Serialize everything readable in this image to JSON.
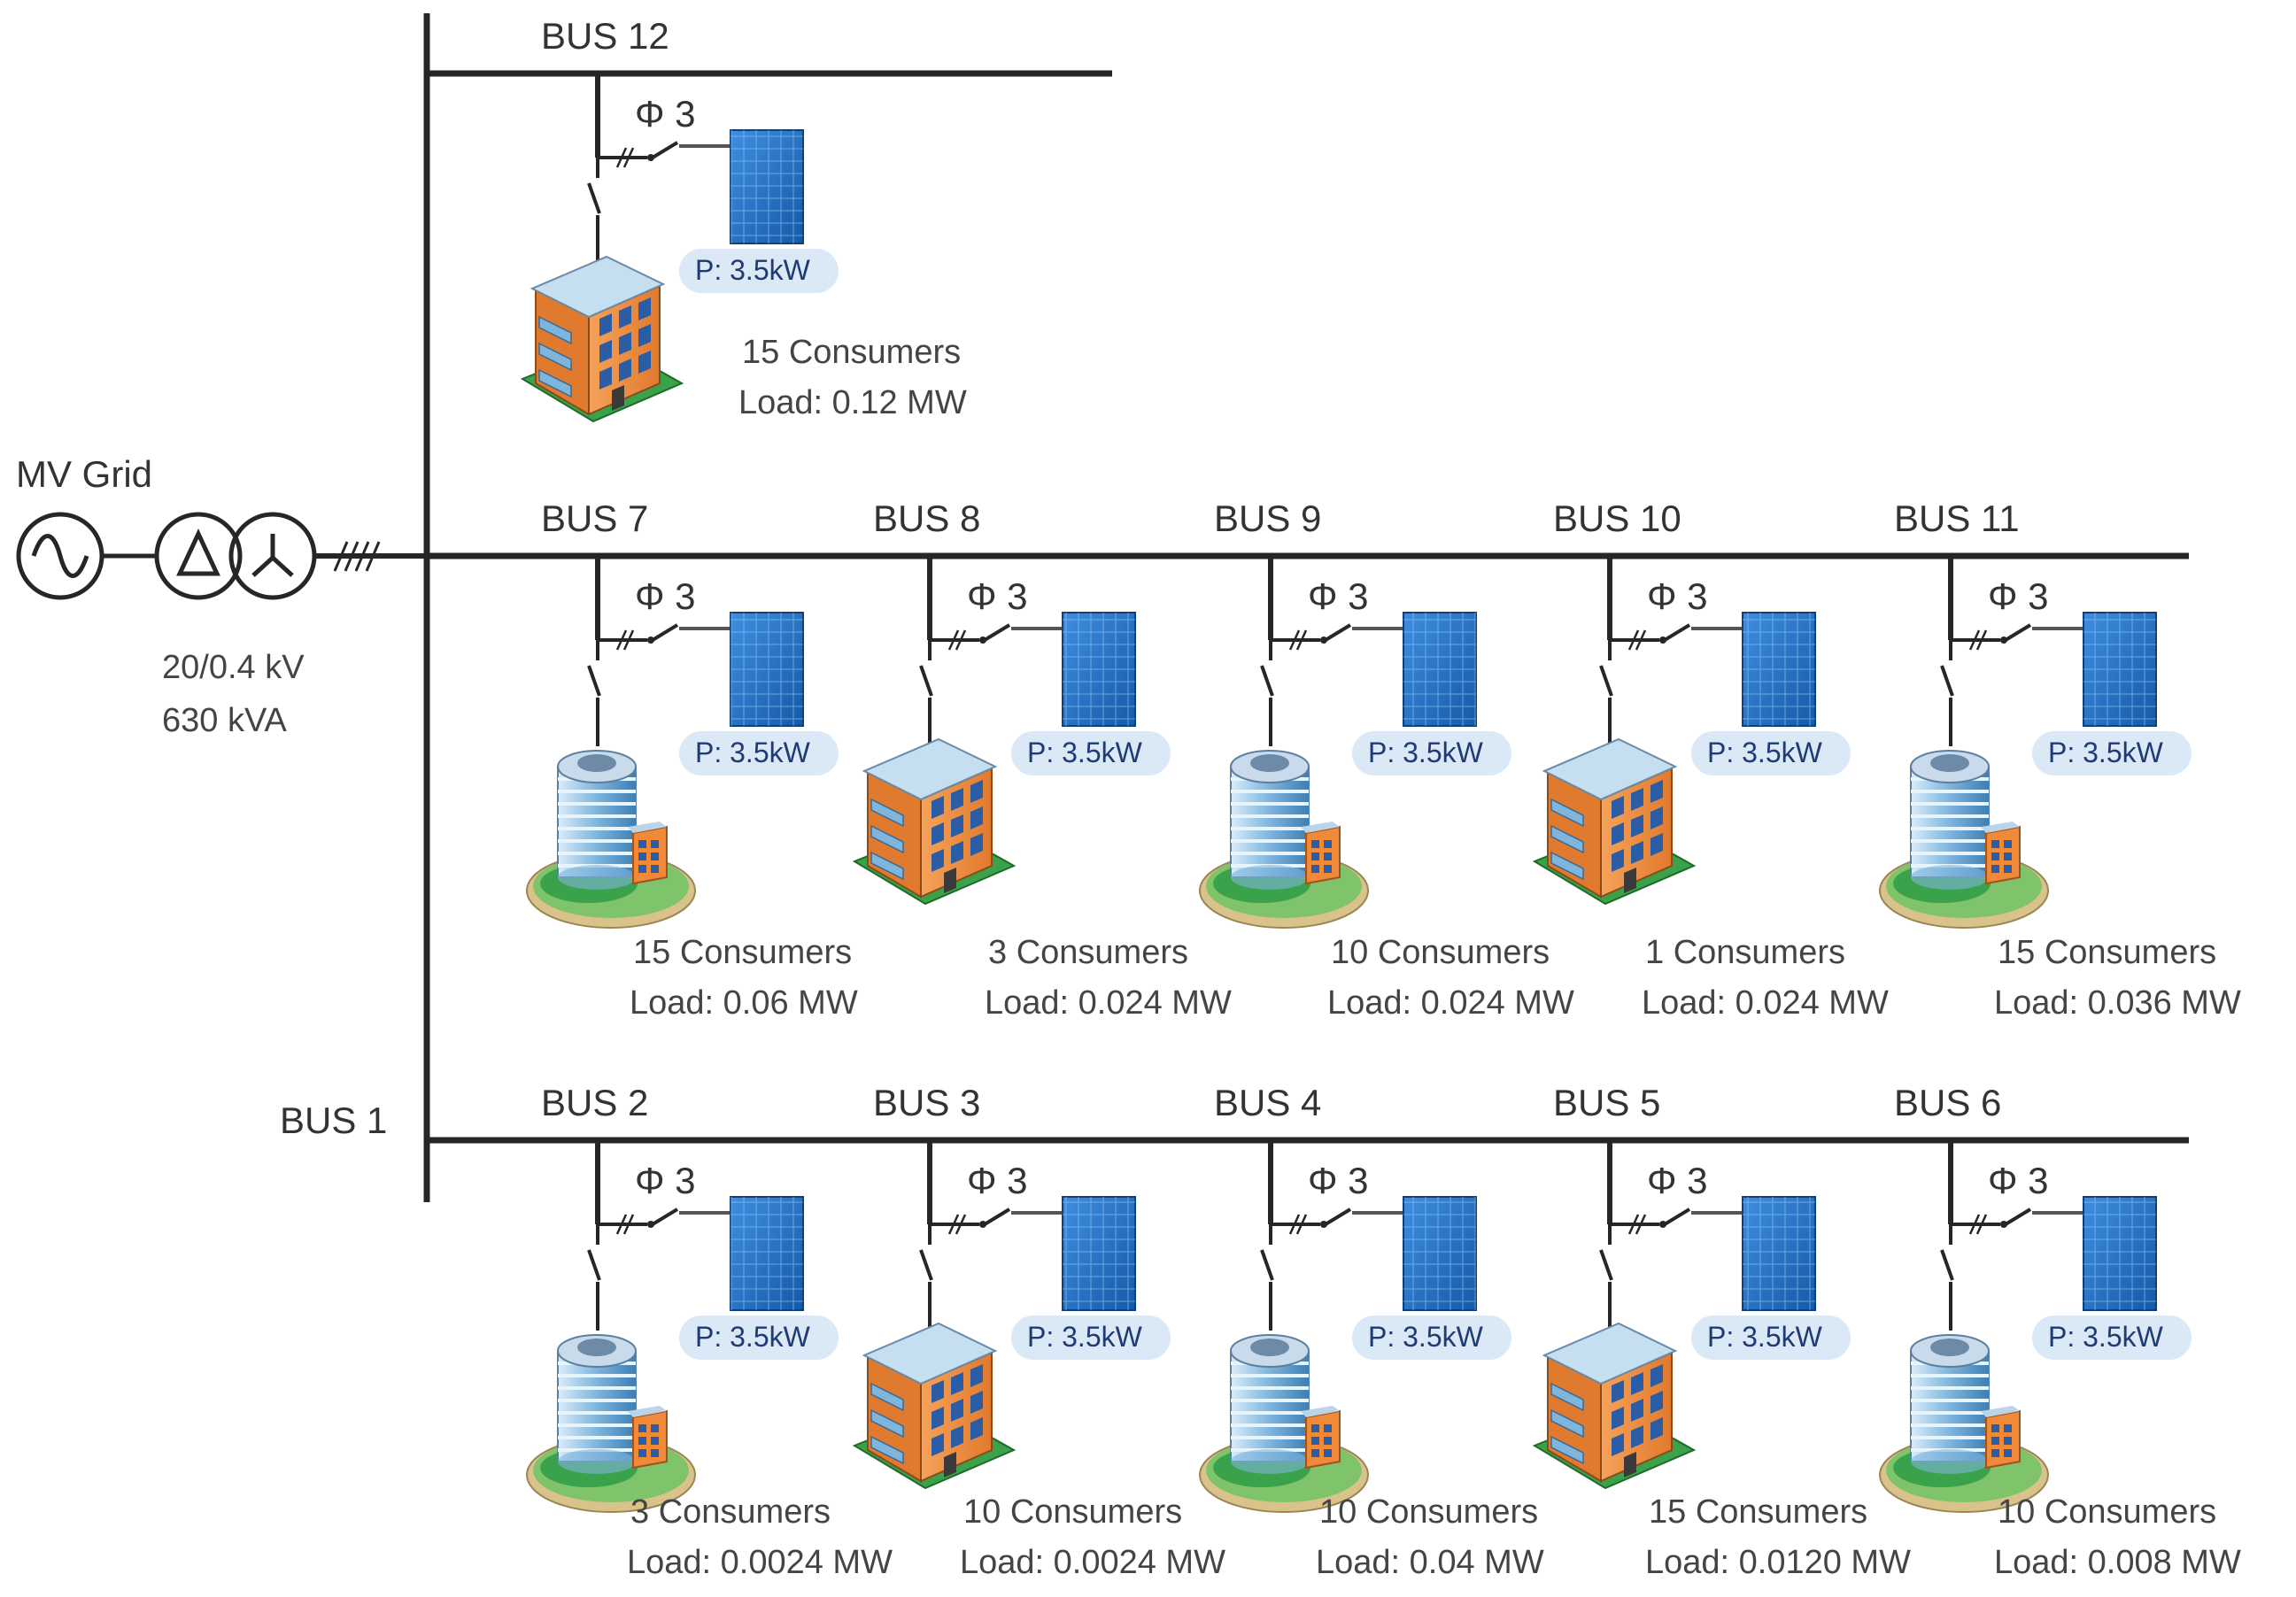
{
  "source": {
    "label": "MV Grid"
  },
  "transformer": {
    "voltage": "20/0.4 kV",
    "rating": "630 kVA"
  },
  "bus1_label": "BUS 1",
  "phase_label": "Φ 3",
  "feeders": [
    {
      "name": "BUS 12",
      "pv": "P: 3.5kW",
      "building": "apartment",
      "consumers": "15 Consumers",
      "load": "Load: 0.12 MW"
    },
    {
      "name": "BUS 7",
      "pv": "P: 3.5kW",
      "building": "tower",
      "consumers": "15 Consumers",
      "load": "Load: 0.06 MW"
    },
    {
      "name": "BUS 8",
      "pv": "P: 3.5kW",
      "building": "apartment",
      "consumers": "3 Consumers",
      "load": "Load: 0.024 MW"
    },
    {
      "name": "BUS 9",
      "pv": "P: 3.5kW",
      "building": "tower",
      "consumers": "10 Consumers",
      "load": "Load: 0.024 MW"
    },
    {
      "name": "BUS 10",
      "pv": "P: 3.5kW",
      "building": "apartment",
      "consumers": "1 Consumers",
      "load": "Load: 0.024 MW"
    },
    {
      "name": "BUS 11",
      "pv": "P: 3.5kW",
      "building": "tower",
      "consumers": "15 Consumers",
      "load": "Load: 0.036 MW"
    },
    {
      "name": "BUS 2",
      "pv": "P: 3.5kW",
      "building": "tower",
      "consumers": "3 Consumers",
      "load": "Load: 0.0024 MW"
    },
    {
      "name": "BUS 3",
      "pv": "P: 3.5kW",
      "building": "apartment",
      "consumers": "10 Consumers",
      "load": "Load: 0.0024 MW"
    },
    {
      "name": "BUS 4",
      "pv": "P: 3.5kW",
      "building": "tower",
      "consumers": "10 Consumers",
      "load": "Load: 0.04 MW"
    },
    {
      "name": "BUS 5",
      "pv": "P: 3.5kW",
      "building": "apartment",
      "consumers": "15 Consumers",
      "load": "Load: 0.0120 MW"
    },
    {
      "name": "BUS 6",
      "pv": "P: 3.5kW",
      "building": "tower",
      "consumers": "10 Consumers",
      "load": "Load: 0.008 MW"
    }
  ]
}
